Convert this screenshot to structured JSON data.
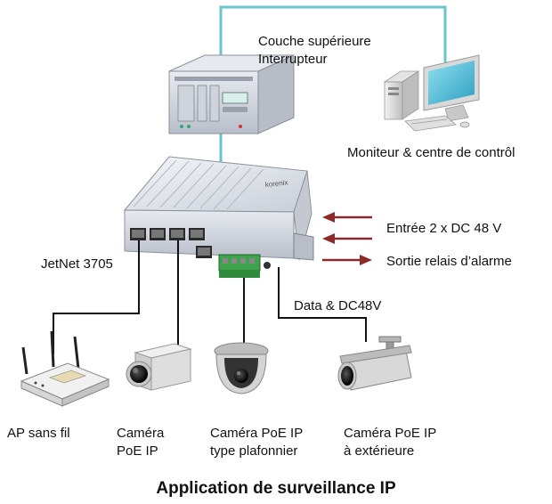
{
  "labels": {
    "upper_switch_line1": "Couche supérieure",
    "upper_switch_line2": "Interrupteur",
    "monitor_center": "Moniteur & centre de contrôl",
    "input_dc": "Entrée 2 x DC 48 V",
    "alarm_output": "Sortie relais d’alarme",
    "jetnet": "JetNet 3705",
    "data_power": "Data & DC48V",
    "ap_wireless": "AP sans fil",
    "camera_poe_line1": "Caméra",
    "camera_poe_line2": "PoE IP",
    "dome_line1": "Caméra PoE IP",
    "dome_line2": "type plafonnier",
    "outdoor_line1": "Caméra PoE IP",
    "outdoor_line2": "à extérieure"
  },
  "device_brand": "korenix",
  "title": "Application de surveillance IP",
  "colors": {
    "uplink_cable": "#6cc5cc",
    "cable": "#111111",
    "arrow": "#8b2a2a",
    "device_body": "#dfe3ea",
    "terminal_green": "#3fa34d"
  }
}
